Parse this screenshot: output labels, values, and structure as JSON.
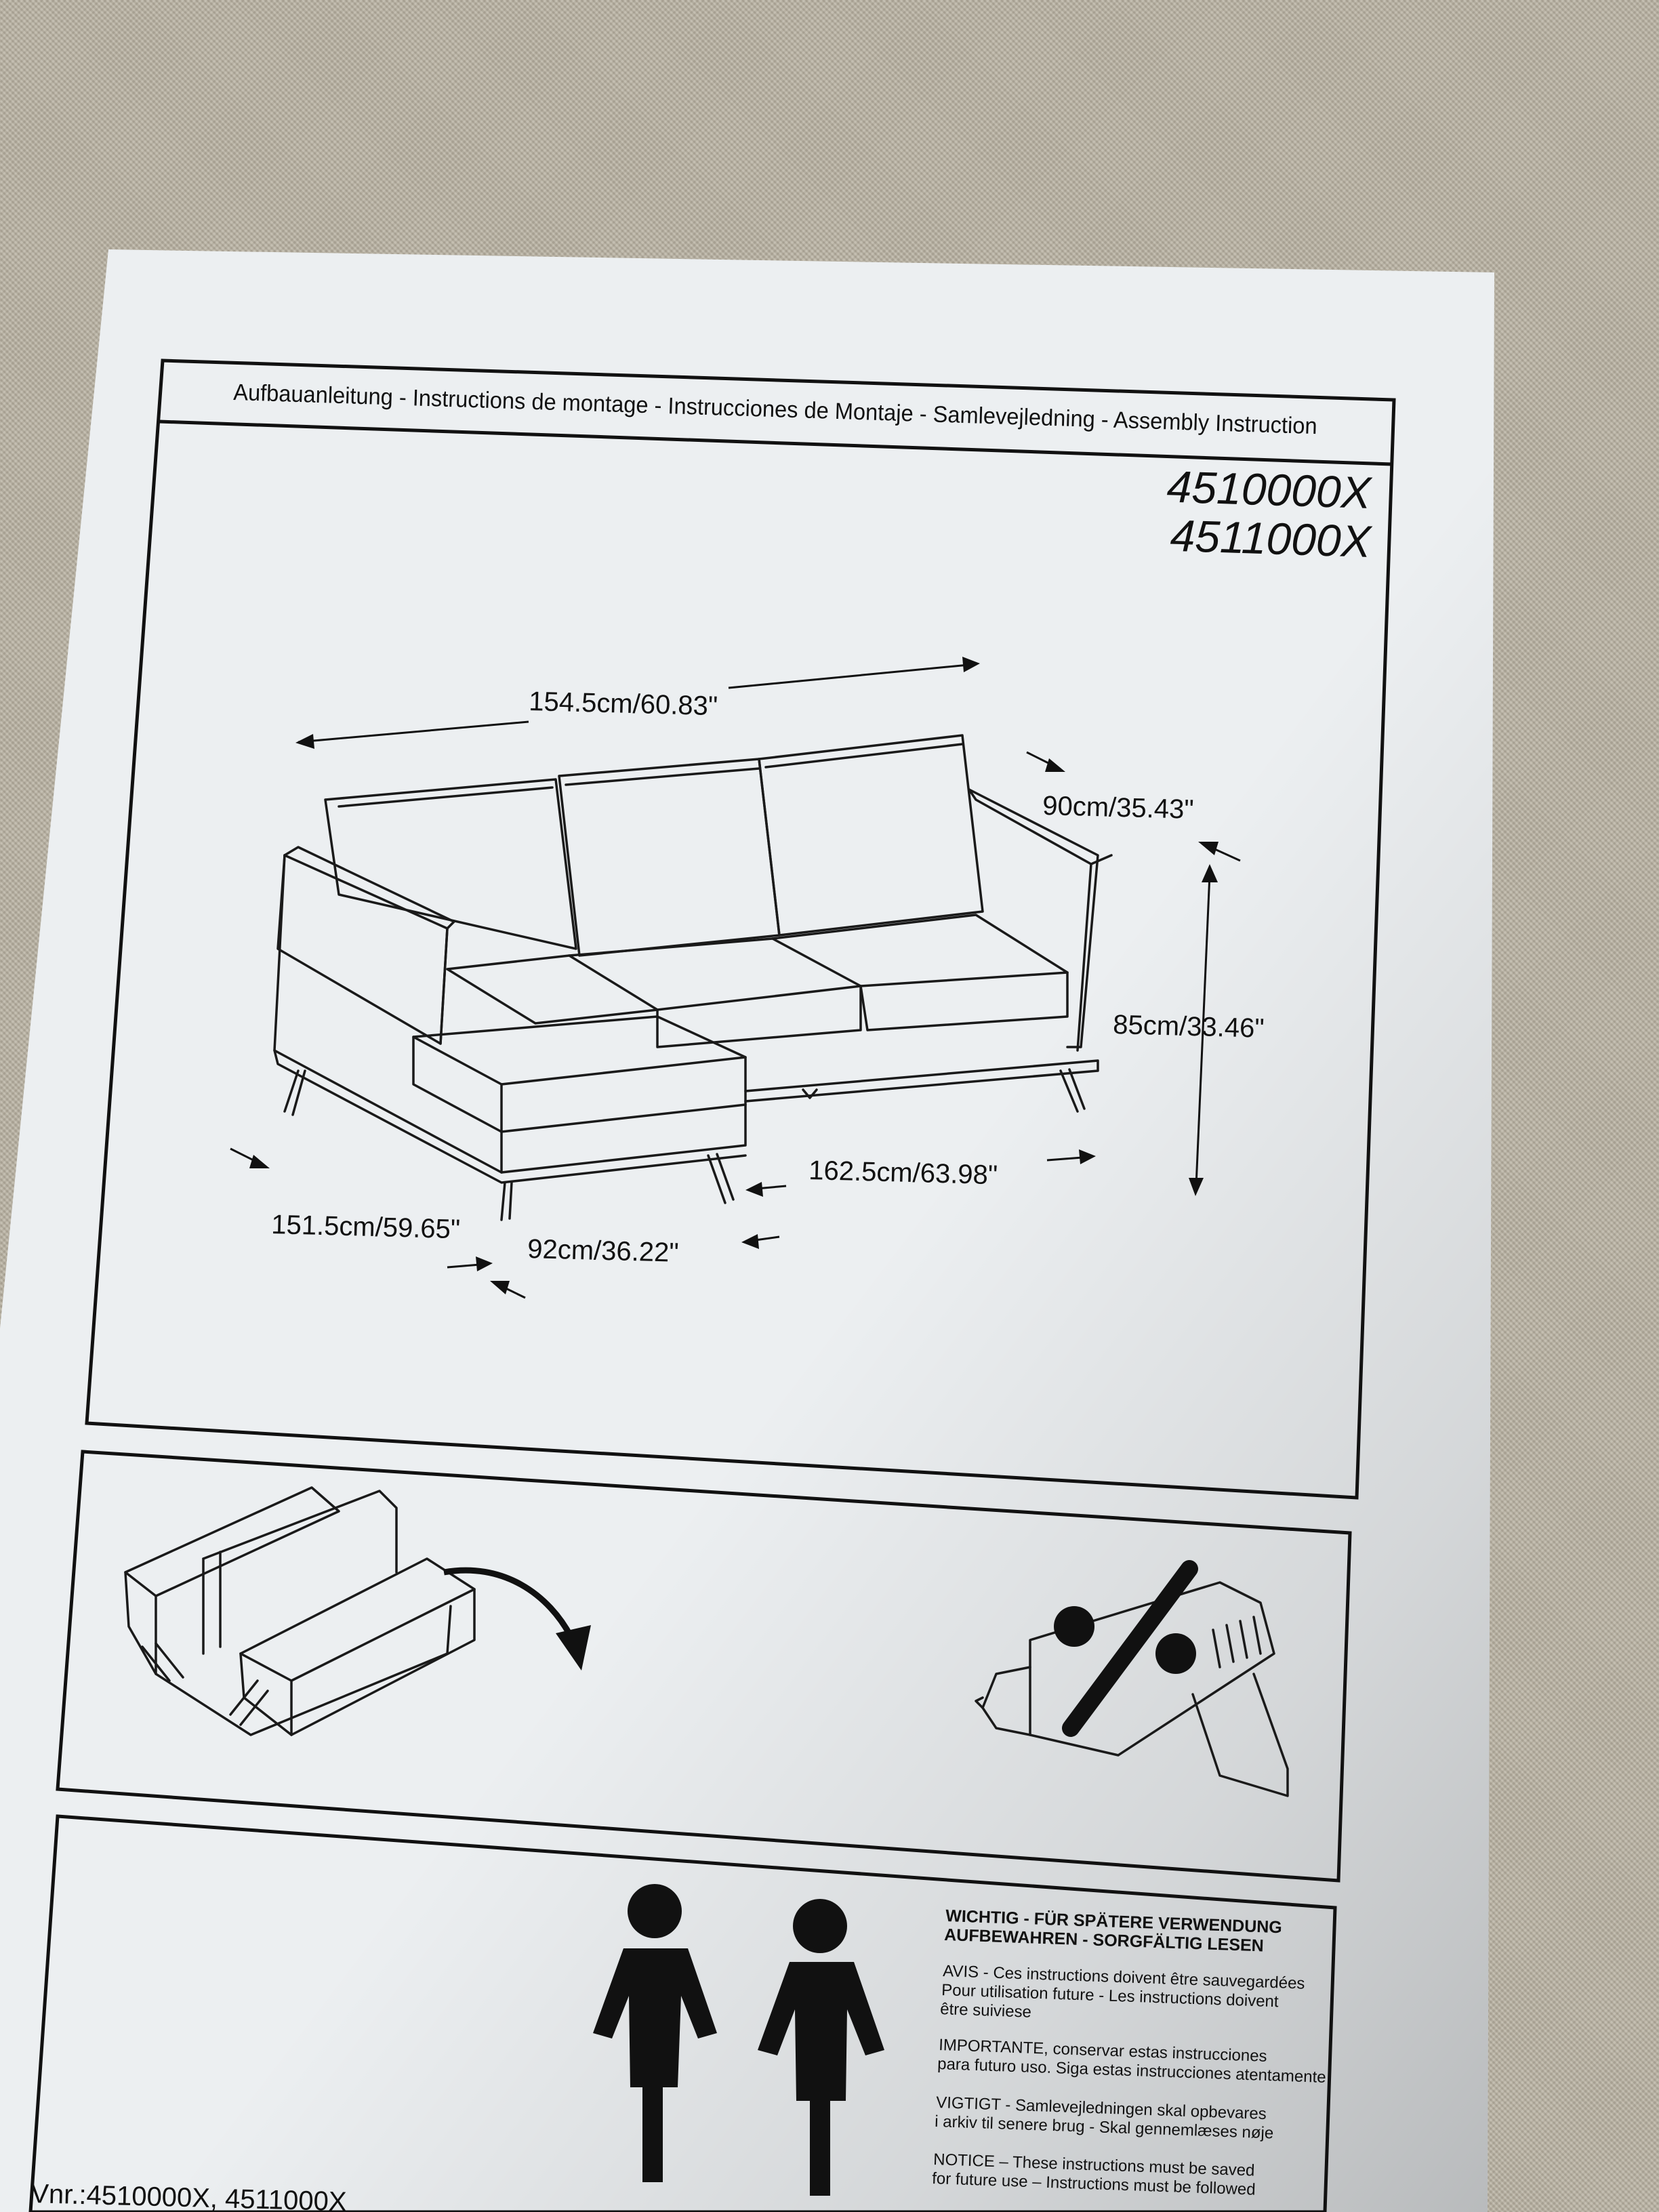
{
  "header": {
    "title": "Aufbauanleitung - Instructions de montage - Instrucciones de Montaje - Samlevejledning - Assembly Instruction"
  },
  "models": [
    "4510000X",
    "4511000X"
  ],
  "dimensions": {
    "length_top": "154.5cm/60.83\"",
    "depth": "90cm/35.43\"",
    "height": "85cm/33.46\"",
    "length_bottom": "162.5cm/63.98\"",
    "chaise_length": "151.5cm/59.65\"",
    "chaise_width": "92cm/36.22\""
  },
  "icons": {
    "sofa": "sofa-drawing",
    "toolbox": "toolbox-icon",
    "arrow": "curved-arrow-icon",
    "drill": "power-drill-prohibited-icon",
    "people": "two-persons-icon"
  },
  "notice": {
    "de_line1": "WICHTIG - FÜR SPÄTERE VERWENDUNG",
    "de_line2": "AUFBEWAHREN - SORGFÄLTIG LESEN",
    "fr_line1": "AVIS - Ces instructions doivent être sauvegardées",
    "fr_line2": "Pour utilisation future - Les instructions doivent",
    "fr_line3": "être suiviese",
    "es_line1": "IMPORTANTE, conservar estas instrucciones",
    "es_line2": "para futuro uso. Siga estas instrucciones atentamente",
    "da_line1": "VIGTIGT - Samlevejledningen skal opbevares",
    "da_line2": "i arkiv til senere brug - Skal gennemlæses nøje",
    "en_line1": "NOTICE – These instructions must be saved",
    "en_line2": "for future use – Instructions must be followed"
  },
  "footer": {
    "vnr": "Vnr.:4510000X, 4511000X"
  },
  "colors": {
    "paper": "#eceff1",
    "ink": "#111111",
    "fabric": "#b9b2a2"
  }
}
